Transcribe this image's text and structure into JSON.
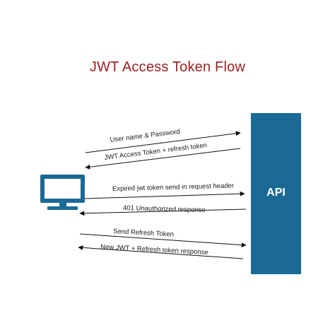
{
  "diagram": {
    "title": "JWT Access Token Flow",
    "title_color": "#9c1f1f",
    "participants": {
      "client": {
        "icon": "monitor-icon",
        "color": "#1b6a95"
      },
      "server": {
        "label": "API",
        "color": "#1b6a95"
      }
    },
    "messages": [
      {
        "id": "credentials",
        "label": "User name & Password",
        "direction": "to-api"
      },
      {
        "id": "tokens",
        "label": "JWT Access Token + refresh token",
        "direction": "to-client"
      },
      {
        "id": "expired-request",
        "label": "Expired jwt token send in request header",
        "direction": "to-api"
      },
      {
        "id": "unauthorized",
        "label": "401 Unauthorized response",
        "direction": "to-client"
      },
      {
        "id": "refresh-request",
        "label": "Send Refresh Token",
        "direction": "to-api"
      },
      {
        "id": "refresh-response",
        "label": "New JWT + Refresh token response",
        "direction": "to-client"
      }
    ]
  }
}
